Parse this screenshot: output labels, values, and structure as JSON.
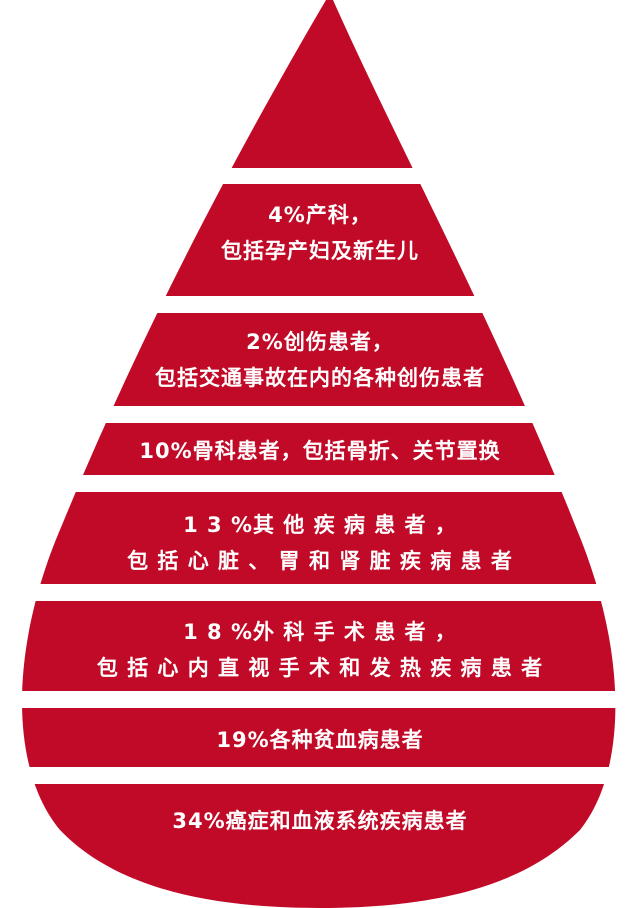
{
  "diagram": {
    "colors": {
      "drop": "#c10a27",
      "background": "#ffffff",
      "text": "#ffffff"
    },
    "segments": [
      {
        "id": "tip",
        "lines": []
      },
      {
        "id": "obstetrics",
        "lines": [
          "4%产科，",
          "包括孕产妇及新生儿"
        ]
      },
      {
        "id": "trauma",
        "lines": [
          "2%创伤患者，",
          "包括交通事故在内的各种创伤患者"
        ]
      },
      {
        "id": "orthopedics",
        "lines": [
          "10%骨科患者，包括骨折、关节置换"
        ]
      },
      {
        "id": "other-diseases",
        "lines": [
          "1 3 %其 他 疾 病 患 者 ，",
          "包 括 心 脏 、 胃 和 肾 脏 疾 病 患 者"
        ]
      },
      {
        "id": "surgery",
        "lines": [
          "1 8 %外 科 手 术 患 者 ，",
          "包 括 心 内 直 视 手 术 和 发 热 疾 病 患 者"
        ]
      },
      {
        "id": "anemia",
        "lines": [
          "19%各种贫血病患者"
        ]
      },
      {
        "id": "cancer",
        "lines": [
          "34%癌症和血液系统疾病患者"
        ]
      }
    ]
  }
}
